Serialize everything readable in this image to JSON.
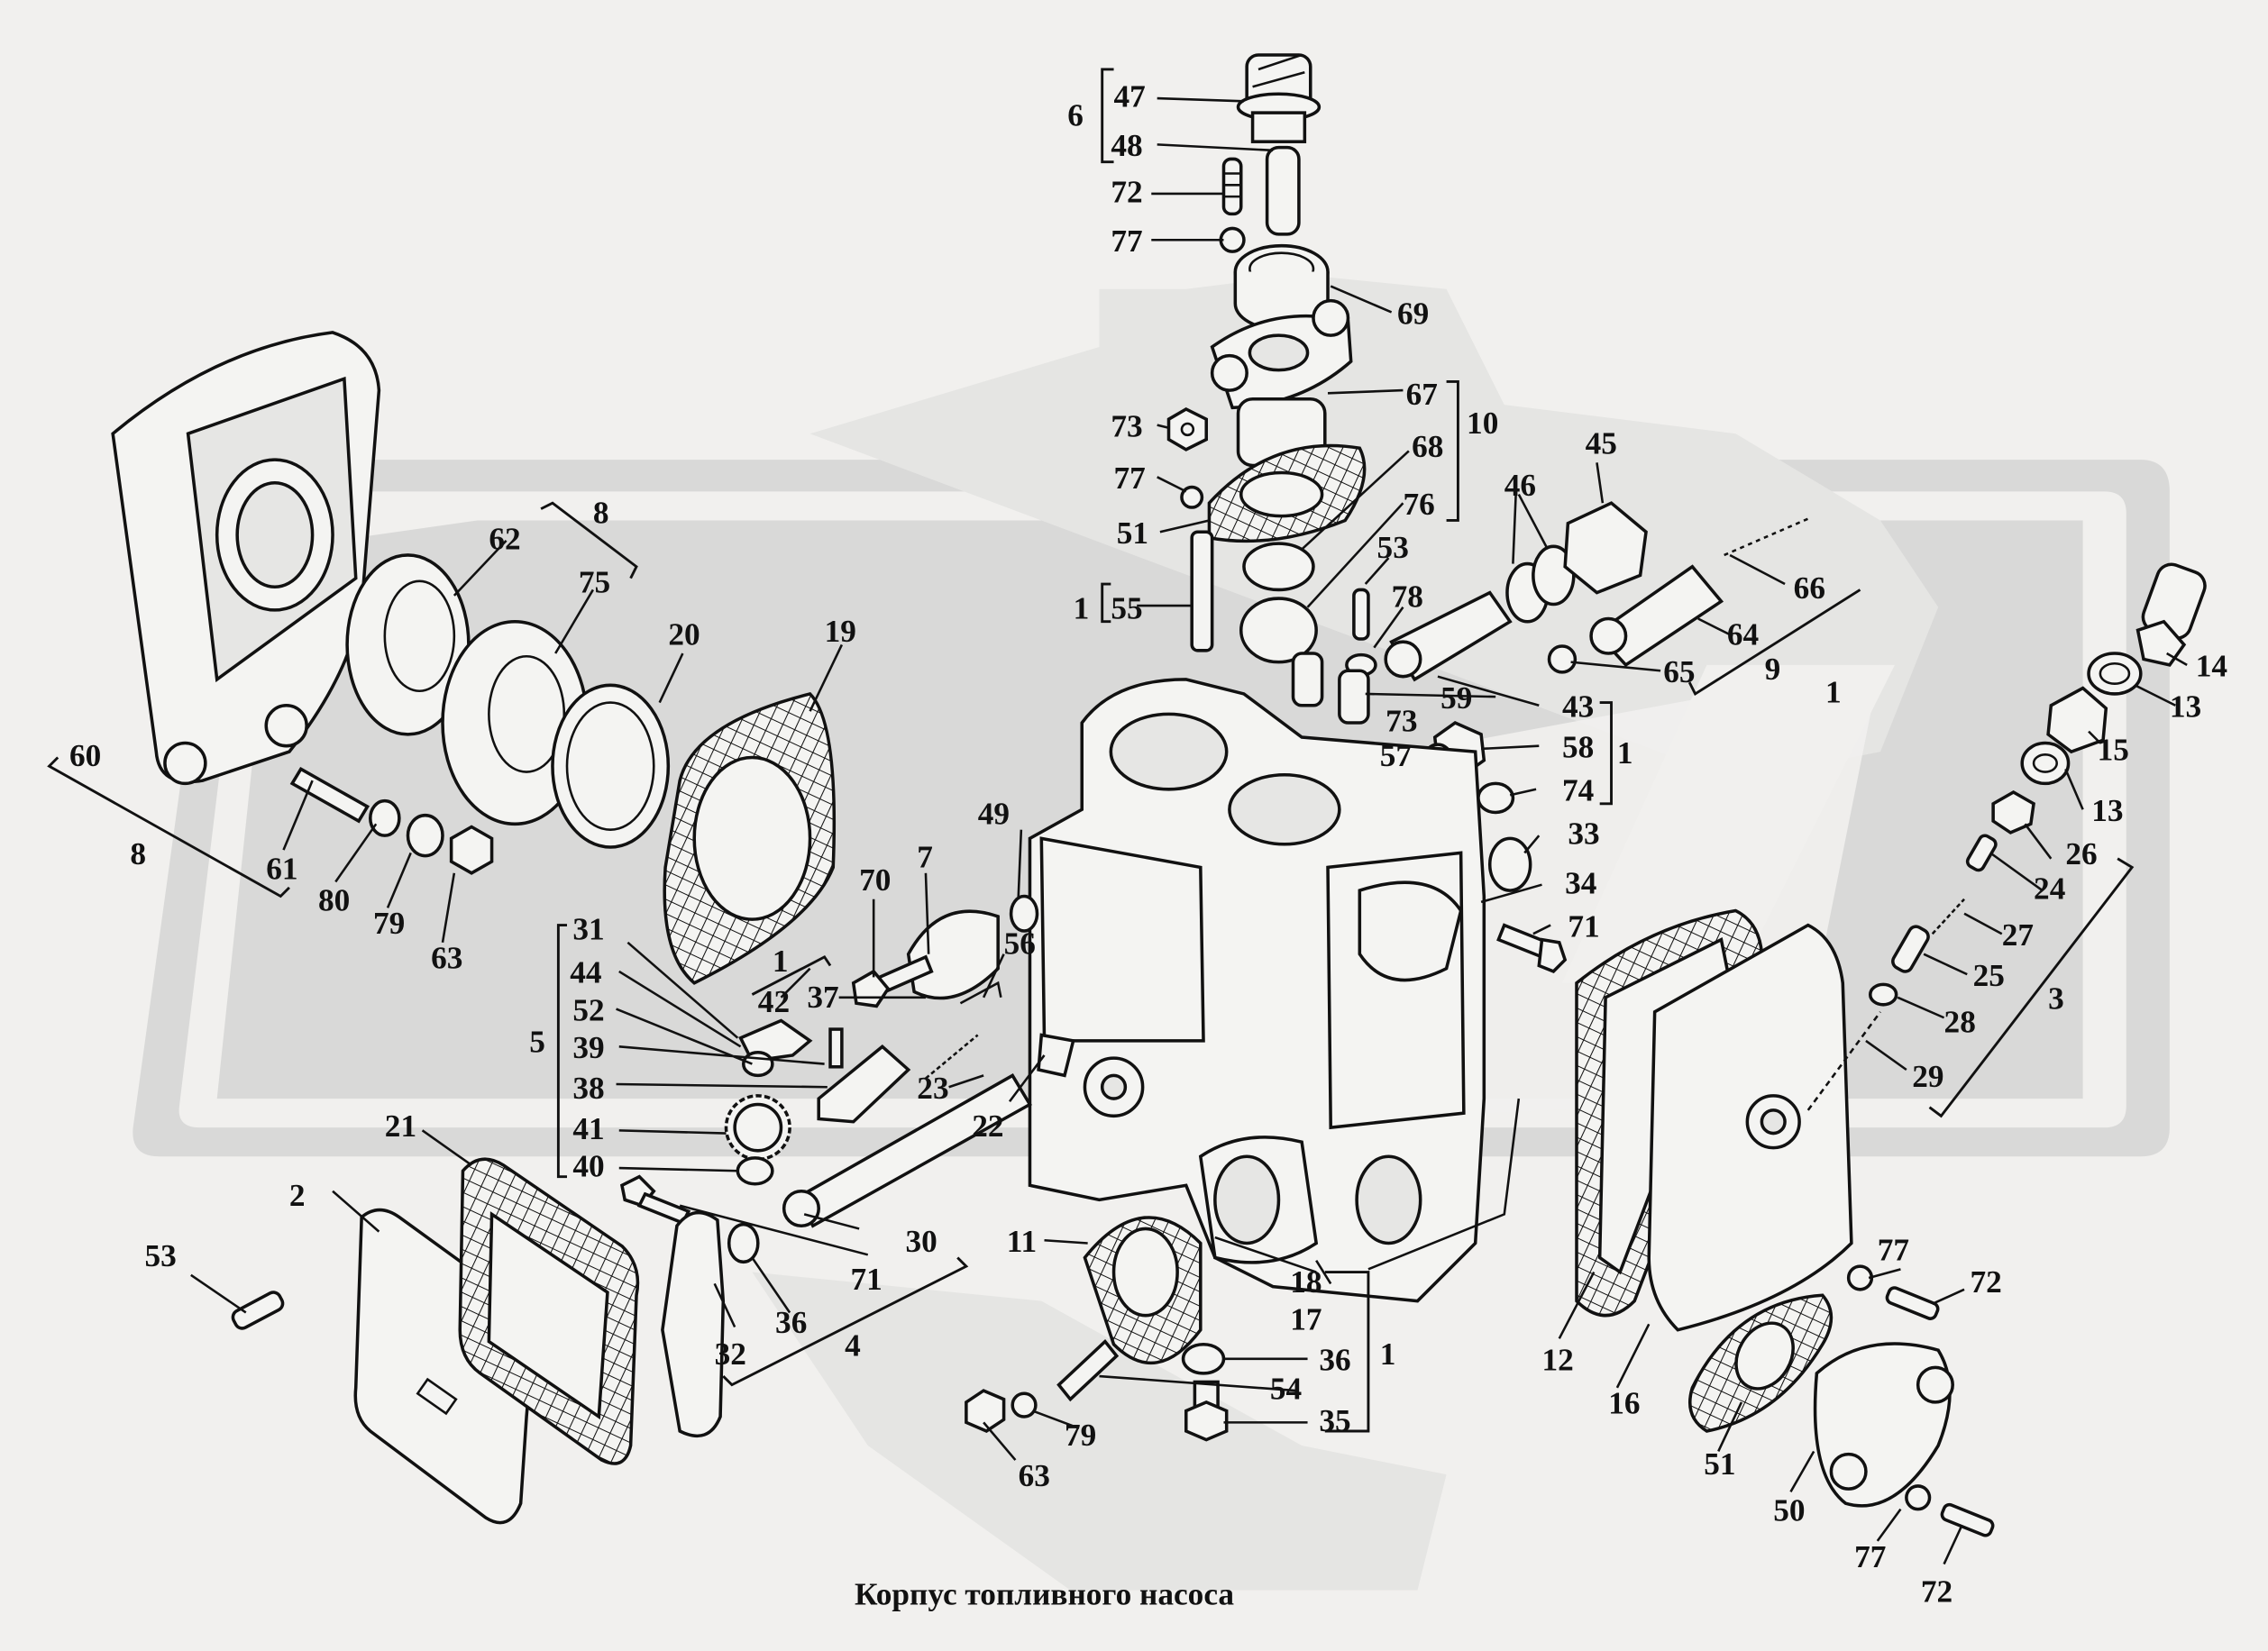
{
  "title": "Корпус топливного насоса",
  "watermark": {
    "text": "OPA",
    "colors": {
      "band": "#d9d9d8",
      "light": "#e5e5e3"
    }
  },
  "background": "#f1f0ee",
  "groups": [
    {
      "id": "6",
      "members": [
        "47",
        "48"
      ]
    },
    {
      "id": "10",
      "members": [
        "67",
        "68",
        "76"
      ]
    },
    {
      "id": "8",
      "members": [
        "62",
        "75"
      ]
    },
    {
      "id": "8-lower",
      "label": "8",
      "members": [
        "60",
        "61"
      ]
    },
    {
      "id": "1-stud",
      "label": "1",
      "members": [
        "55"
      ]
    },
    {
      "id": "9",
      "members": [
        "66",
        "64",
        "65"
      ],
      "sub": "1"
    },
    {
      "id": "1-fittings",
      "label": "1",
      "members": [
        "43",
        "58",
        "74"
      ]
    },
    {
      "id": "3",
      "members": [
        "26",
        "24",
        "27",
        "25",
        "28",
        "29"
      ]
    },
    {
      "id": "5",
      "members": [
        "31",
        "44",
        "52",
        "39",
        "38",
        "41",
        "40"
      ]
    },
    {
      "id": "1-lever",
      "label": "1",
      "members": [
        "42"
      ]
    },
    {
      "id": "4",
      "members": [
        "30",
        "71",
        "36",
        "32"
      ]
    },
    {
      "id": "1-bottom",
      "label": "1",
      "members": [
        "18",
        "17",
        "36",
        "54",
        "35"
      ]
    }
  ],
  "callouts": [
    {
      "n": "6"
    },
    {
      "n": "47"
    },
    {
      "n": "48"
    },
    {
      "n": "72"
    },
    {
      "n": "77"
    },
    {
      "n": "69"
    },
    {
      "n": "67"
    },
    {
      "n": "10"
    },
    {
      "n": "73"
    },
    {
      "n": "77"
    },
    {
      "n": "68"
    },
    {
      "n": "51"
    },
    {
      "n": "76"
    },
    {
      "n": "1"
    },
    {
      "n": "55"
    },
    {
      "n": "53"
    },
    {
      "n": "78"
    },
    {
      "n": "45"
    },
    {
      "n": "46"
    },
    {
      "n": "66"
    },
    {
      "n": "64"
    },
    {
      "n": "65"
    },
    {
      "n": "9"
    },
    {
      "n": "1"
    },
    {
      "n": "43"
    },
    {
      "n": "59"
    },
    {
      "n": "73"
    },
    {
      "n": "58"
    },
    {
      "n": "1"
    },
    {
      "n": "57"
    },
    {
      "n": "74"
    },
    {
      "n": "33"
    },
    {
      "n": "34"
    },
    {
      "n": "71"
    },
    {
      "n": "14"
    },
    {
      "n": "13"
    },
    {
      "n": "15"
    },
    {
      "n": "13"
    },
    {
      "n": "26"
    },
    {
      "n": "24"
    },
    {
      "n": "27"
    },
    {
      "n": "25"
    },
    {
      "n": "3"
    },
    {
      "n": "28"
    },
    {
      "n": "29"
    },
    {
      "n": "8"
    },
    {
      "n": "62"
    },
    {
      "n": "75"
    },
    {
      "n": "20"
    },
    {
      "n": "19"
    },
    {
      "n": "60"
    },
    {
      "n": "8"
    },
    {
      "n": "61"
    },
    {
      "n": "80"
    },
    {
      "n": "79"
    },
    {
      "n": "63"
    },
    {
      "n": "49"
    },
    {
      "n": "7"
    },
    {
      "n": "70"
    },
    {
      "n": "56"
    },
    {
      "n": "1"
    },
    {
      "n": "42"
    },
    {
      "n": "37"
    },
    {
      "n": "31"
    },
    {
      "n": "44"
    },
    {
      "n": "52"
    },
    {
      "n": "5"
    },
    {
      "n": "39"
    },
    {
      "n": "38"
    },
    {
      "n": "23"
    },
    {
      "n": "41"
    },
    {
      "n": "22"
    },
    {
      "n": "40"
    },
    {
      "n": "21"
    },
    {
      "n": "2"
    },
    {
      "n": "71"
    },
    {
      "n": "30"
    },
    {
      "n": "53"
    },
    {
      "n": "36"
    },
    {
      "n": "32"
    },
    {
      "n": "4"
    },
    {
      "n": "11"
    },
    {
      "n": "18"
    },
    {
      "n": "17"
    },
    {
      "n": "36"
    },
    {
      "n": "1"
    },
    {
      "n": "54"
    },
    {
      "n": "35"
    },
    {
      "n": "63"
    },
    {
      "n": "79"
    },
    {
      "n": "12"
    },
    {
      "n": "16"
    },
    {
      "n": "77"
    },
    {
      "n": "72"
    },
    {
      "n": "51"
    },
    {
      "n": "50"
    },
    {
      "n": "77"
    },
    {
      "n": "72"
    }
  ]
}
